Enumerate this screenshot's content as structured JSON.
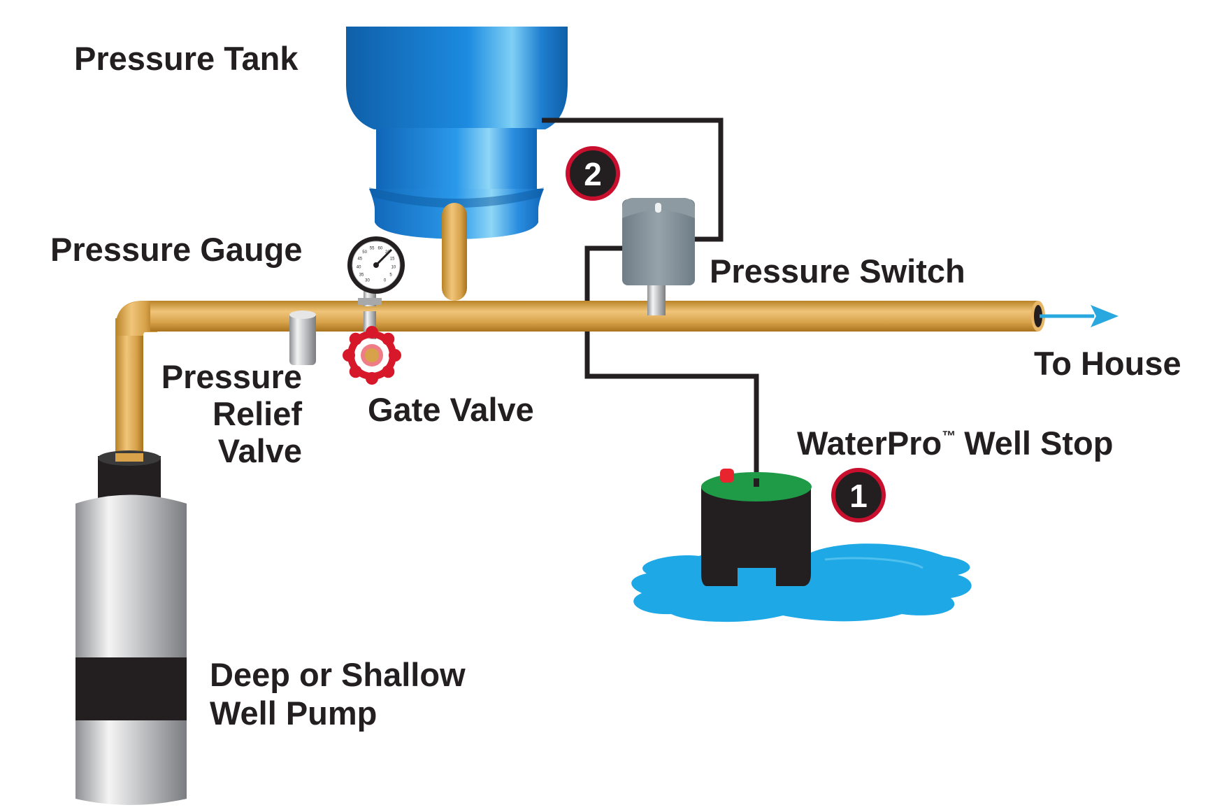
{
  "labels": {
    "pressure_tank": "Pressure Tank",
    "pressure_gauge": "Pressure Gauge",
    "pressure_switch": "Pressure Switch",
    "to_house": "To House",
    "pressure_relief_line1": "Pressure",
    "pressure_relief_line2": "Relief",
    "pressure_relief_line3": "Valve",
    "gate_valve": "Gate Valve",
    "well_stop_brand": "WaterPro",
    "well_stop_tm": "™",
    "well_stop_name": "Well Stop",
    "well_pump_line1": "Deep or Shallow",
    "well_pump_line2": "Well Pump"
  },
  "callouts": {
    "one": "1",
    "two": "2"
  },
  "gauge_ticks": [
    "30",
    "35",
    "40",
    "45",
    "50",
    "55",
    "60",
    "20",
    "15",
    "10",
    "5",
    "0"
  ],
  "colors": {
    "pipe": "#d7a24a",
    "tank": "#1b86d6",
    "switch": "#7d8c95",
    "valve": "#d7182a",
    "water": "#1ea8e6",
    "wire": "#231f20",
    "well_stop_top": "#1f9a47",
    "arrow": "#29a8e0"
  }
}
